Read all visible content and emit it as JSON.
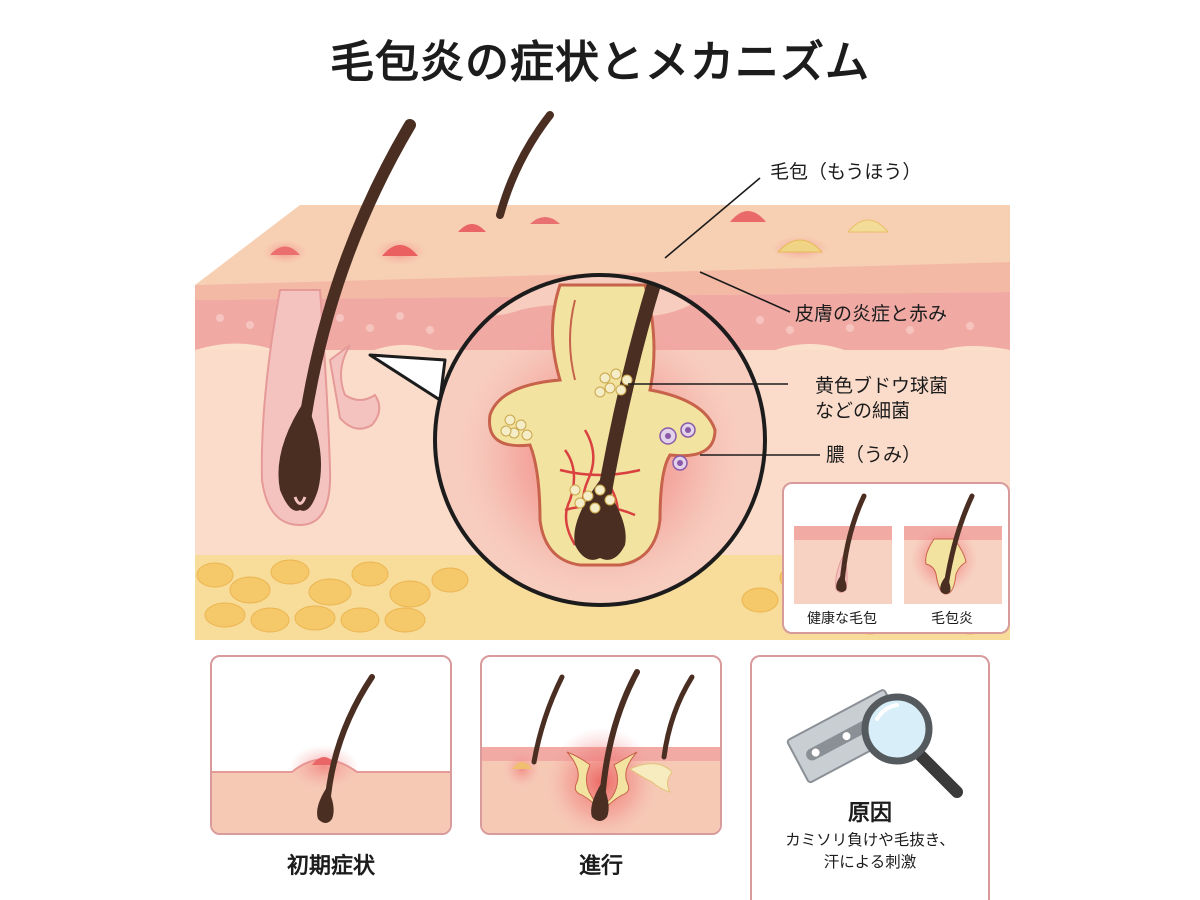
{
  "title": "毛包炎の症状とメカニズム",
  "labels": {
    "follicle": "毛包（もうほう）",
    "skin_inflammation": "皮膚の炎症と赤み",
    "bacteria_line1": "黄色ブドウ球菌",
    "bacteria_line2": "などの細菌",
    "pus": "膿（うみ）"
  },
  "comparison": {
    "healthy": "健康な毛包",
    "folliculitis": "毛包炎"
  },
  "stages": {
    "early": "初期症状",
    "progress": "進行"
  },
  "cause": {
    "title": "原因",
    "description": "カミソリ負けや毛抜き、\n汗による刺激"
  },
  "colors": {
    "skin_top": "#f6c8a8",
    "dermis": "#f2b6ae",
    "fat": "#f5d27e",
    "hair": "#4a2e22",
    "inflammation": "#e84a4a",
    "pus": "#f3e3a0",
    "panel_border": "#d89a9a"
  }
}
